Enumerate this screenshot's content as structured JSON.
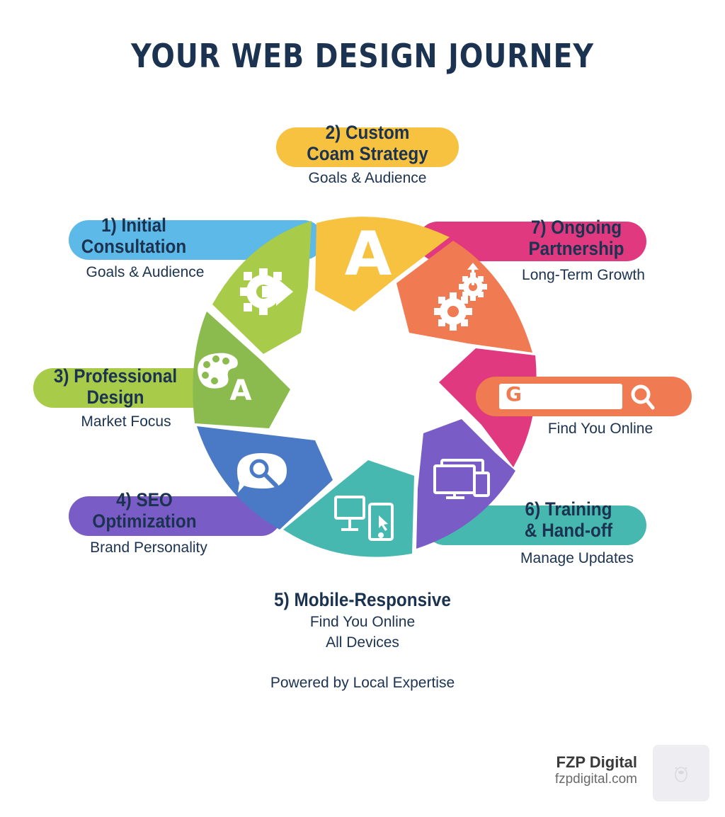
{
  "title": "YOUR WEB DESIGN JOURNEY",
  "colors": {
    "title": "#1b3350",
    "yellow": "#f7c23f",
    "blue_pill": "#5db9e8",
    "light_green": "#a8cb4a",
    "green": "#8bbb4f",
    "orange": "#f07a52",
    "magenta": "#e0397f",
    "royal_blue": "#4a7ac6",
    "teal": "#47b8b0",
    "purple": "#7a5cc7"
  },
  "steps": [
    {
      "number": "1)",
      "title_line1": "1) Initial",
      "title_line2": "Consultation",
      "subtitle": "Goals & Audience",
      "icon": "gear-arrow-icon",
      "color": "#5db9e8"
    },
    {
      "number": "2)",
      "title_line1": "2) Custom",
      "title_line2": "Coam Strategy",
      "subtitle": "Goals & Audience",
      "icon": "letter-a-icon",
      "color": "#f7c23f"
    },
    {
      "number": "3)",
      "title_line1": "3) Professional",
      "title_line2": "Design",
      "subtitle": "Market Focus",
      "icon": "palette-icon",
      "color": "#a8cb4a"
    },
    {
      "number": "4)",
      "title_line1": "4) SEO",
      "title_line2": "Optimization",
      "subtitle": "Brand Personality",
      "icon": "search-bubble-icon",
      "color": "#7a5cc7"
    },
    {
      "number": "5)",
      "title_line1": "5) Mobile-Responsive",
      "subtitle_line1": "Find You Online",
      "subtitle_line2": "All Devices",
      "icon": "devices-icon",
      "color": "#47b8b0"
    },
    {
      "number": "6)",
      "title_line1": "6) Training",
      "title_line2": "& Hand-off",
      "subtitle": "Manage Updates",
      "icon": "monitors-icon",
      "color": "#47b8b0"
    },
    {
      "number": "7)",
      "title_line1": "7) Ongoing",
      "title_line2": "Partnership",
      "subtitle": "Long-Term Growth",
      "icon": "gears-icon",
      "color": "#e0397f"
    }
  ],
  "search_bar": {
    "logo_letter": "G",
    "caption": "Find You Online",
    "color": "#f07a52"
  },
  "footer_tagline": "Powered by Local Expertise",
  "brand": {
    "name": "FZP Digital",
    "url": "fzpdigital.com"
  }
}
